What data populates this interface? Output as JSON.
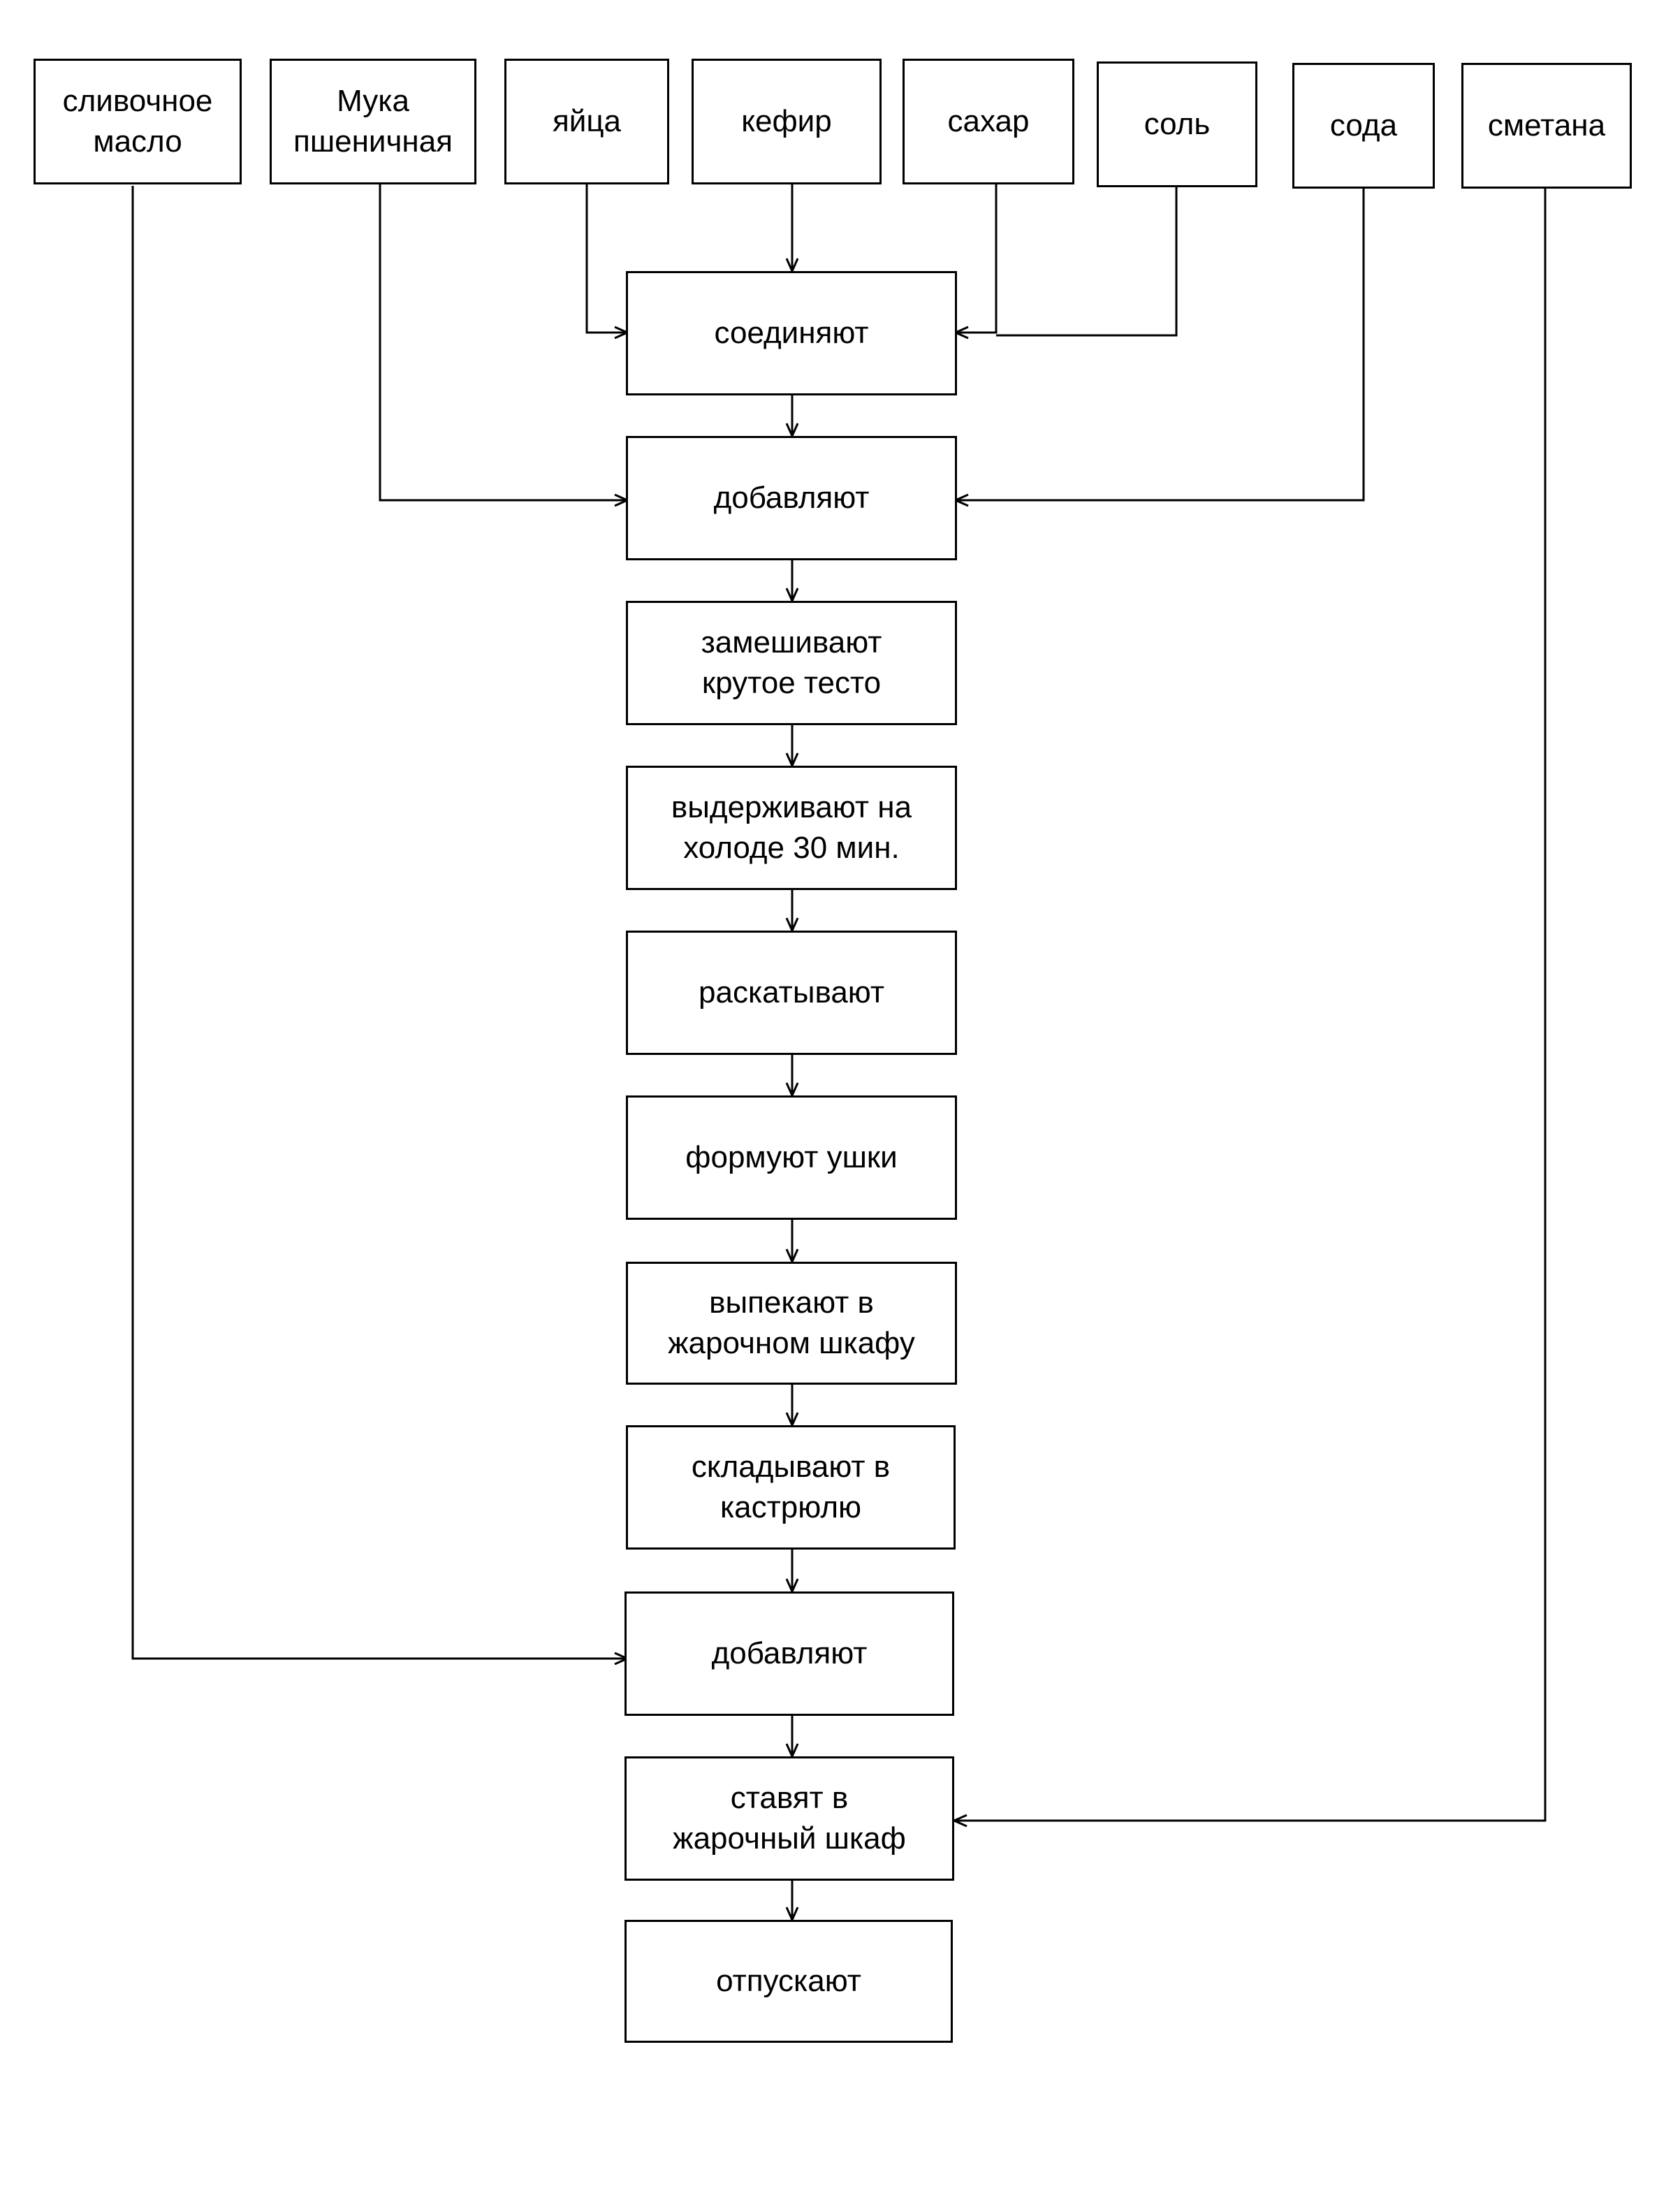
{
  "ingredients": {
    "butter": "сливочное\nмасло",
    "flour": "Мука\nпшеничная",
    "eggs": "яйца",
    "kefir": "кефир",
    "sugar": "сахар",
    "salt": "соль",
    "soda": "сода",
    "sour_cream": "сметана"
  },
  "steps": {
    "combine": "соединяют",
    "add_1": "добавляют",
    "knead": "замешивают\nкрутое тесто",
    "rest": "выдерживают на\nхолоде 30 мин.",
    "roll": "раскатывают",
    "shape": "формуют ушки",
    "bake": "выпекают в\nжарочном шкафу",
    "pot": "складывают в\nкастрюлю",
    "add_2": "добавляют",
    "oven": "ставят в\nжарочный шкаф",
    "serve": "отпускают"
  }
}
